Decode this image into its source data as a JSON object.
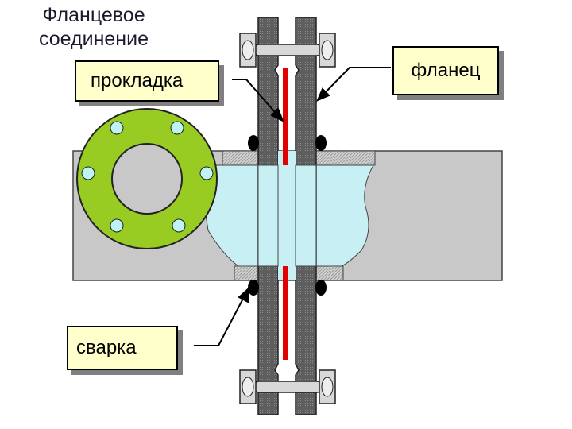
{
  "title": {
    "line1": "Фланцевое",
    "line2": "соединение"
  },
  "labels": {
    "gasket": "прокладка",
    "flange": "фланец",
    "weld": "сварка"
  },
  "colors": {
    "pipe_body": "#c8c8c8",
    "pipe_inside": "#c8f0f4",
    "flange_ring": "#99cc22",
    "bolt_hole": "#bff2f2",
    "gasket_line": "#e00000",
    "flange_plate": "#555555",
    "label_fill": "#ffffcc"
  }
}
